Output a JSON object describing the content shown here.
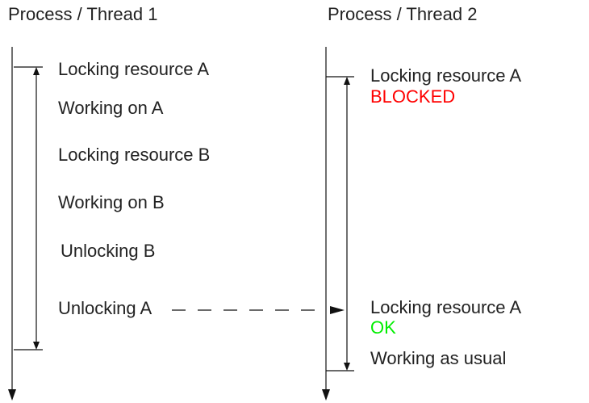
{
  "thread1": {
    "title": "Process / Thread 1",
    "steps": [
      "Locking resource A",
      "Working on A",
      "Locking resource B",
      "Working on B",
      "Unlocking B",
      "Unlocking A"
    ]
  },
  "thread2": {
    "title": "Process / Thread 2",
    "first_lock": "Locking resource A",
    "first_status": "BLOCKED",
    "second_lock": "Locking resource A",
    "second_status": "OK",
    "final_step": "Working as usual"
  },
  "colors": {
    "line": "#111111",
    "blocked": "#ff0000",
    "ok": "#00ee00"
  }
}
